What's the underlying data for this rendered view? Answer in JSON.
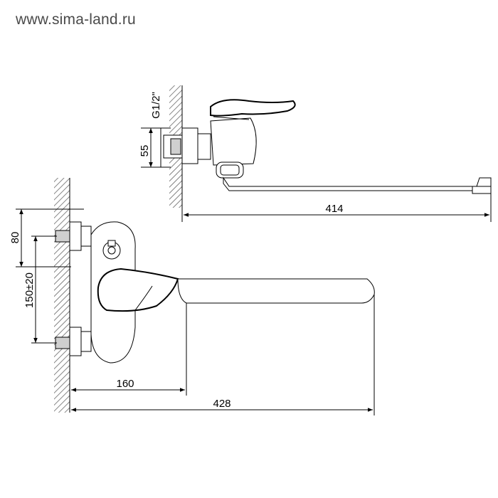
{
  "watermark": "www.sima-land.ru",
  "top_view": {
    "thread_label": "G1/2\"",
    "dim_height": "55",
    "dim_spout_length": "414"
  },
  "front_view": {
    "dim_height": "80",
    "dim_spacing": "150±20",
    "dim_body_length": "160",
    "dim_total_length": "428"
  }
}
